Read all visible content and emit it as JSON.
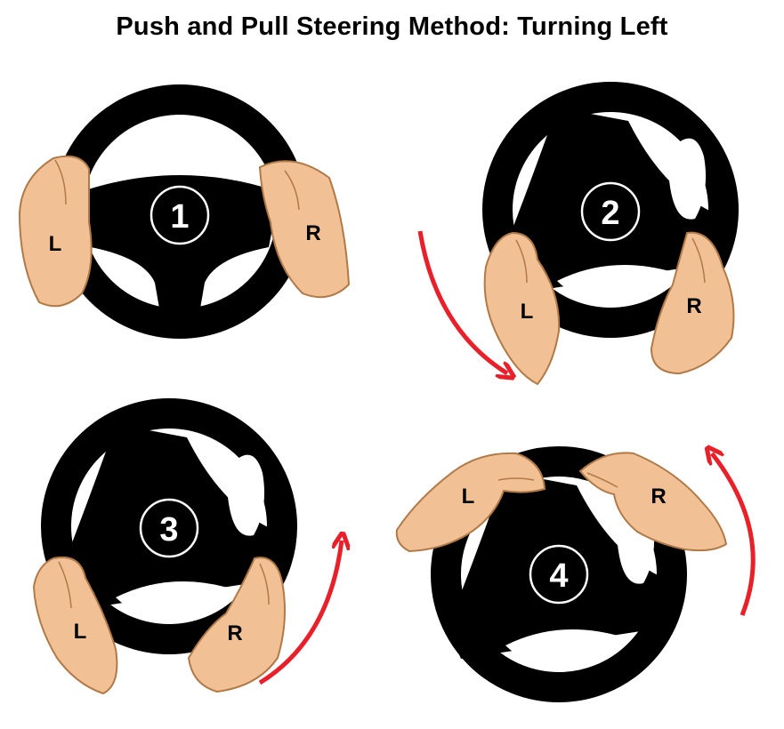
{
  "title": "Push and Pull Steering Method: Turning Left",
  "colors": {
    "wheel": "#000000",
    "skin": "#f2c095",
    "skin_outline": "#b07a48",
    "arrow": "#e8202a",
    "badge_stroke": "#ffffff"
  },
  "steps": [
    {
      "number": "1",
      "left_label": "L",
      "right_label": "R",
      "arrow": "none"
    },
    {
      "number": "2",
      "left_label": "L",
      "right_label": "R",
      "arrow": "down-right"
    },
    {
      "number": "3",
      "left_label": "L",
      "right_label": "R",
      "arrow": "up-right"
    },
    {
      "number": "4",
      "left_label": "L",
      "right_label": "R",
      "arrow": "up"
    }
  ]
}
